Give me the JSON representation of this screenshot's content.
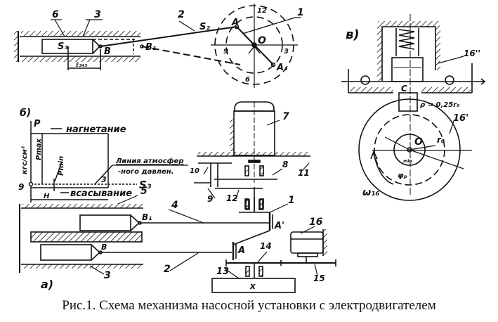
{
  "figure": {
    "caption": "Рис.1. Схема механизма насосной установки с электродвигателем",
    "panels": {
      "a": "а)",
      "b": "б)",
      "v": "в)"
    },
    "top_view": {
      "labels": {
        "n6": "6",
        "n3": "3",
        "n2": "2",
        "n1": "1",
        "s2": "S₂",
        "s3": "S₃",
        "b": "B",
        "b1": "B₁",
        "a": "A",
        "a1": "A₁",
        "o": "O",
        "l_bc": "ℓ₃₄₃",
        "dial_12": "12",
        "dial_3": "3",
        "dial_6": "6",
        "dial_9": "9"
      }
    },
    "pv_diagram": {
      "p_axis": "P",
      "units": "кгс/см²",
      "pmax": "Pmax",
      "pmin": "Pmin",
      "discharge": "нагнетание",
      "suction": "всасывание",
      "atm_line_1": "Линия атмосфер",
      "atm_line_2": "-ного давлен.",
      "s_axis": "S₃",
      "h": "H",
      "point_9": "9",
      "point_3": "3"
    },
    "mechanism": {
      "labels": {
        "n1": "1",
        "n2": "2",
        "n3": "3",
        "n4": "4",
        "n5": "5",
        "n7": "7",
        "n8": "8",
        "n9": "9",
        "n10": "10",
        "n11": "11",
        "n12": "12",
        "n13": "13",
        "n14": "14",
        "n15": "15",
        "n16": "16",
        "a": "A",
        "a1": "A'",
        "b": "B",
        "b1": "B₁",
        "x": "x"
      }
    },
    "cam_view": {
      "labels": {
        "n16pp": "16''",
        "n16p": "16'",
        "c": "C",
        "rho": "ρ = 0,25r₀",
        "o": "O",
        "r0": "r₀",
        "phi": "φₚ",
        "omega": "ω₁₆",
        "min": "min"
      }
    }
  }
}
